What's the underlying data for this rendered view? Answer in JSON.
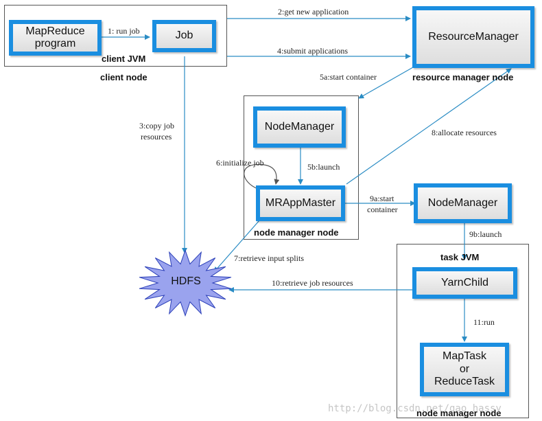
{
  "nodes": {
    "mapreduce_program": "MapReduce program",
    "job": "Job",
    "resource_manager": "ResourceManager",
    "node_manager_1": "NodeManager",
    "mr_app_master": "MRAppMaster",
    "node_manager_2": "NodeManager",
    "yarn_child": "YarnChild",
    "task_line1": "MapTask",
    "task_line2": "or",
    "task_line3": "ReduceTask",
    "hdfs": "HDFS"
  },
  "containers": {
    "client_jvm": "client JVM",
    "client_node": "client node",
    "resource_manager_node": "resource manager node",
    "node_manager_node": "node manager node",
    "task_jvm": "task JVM",
    "node_manager_node_2": "node manager node"
  },
  "edges": {
    "run_job": "1: run job",
    "get_new_application": "2:get new application",
    "submit_applications": "4:submit applications",
    "copy_job_resources_1": "3:copy job",
    "copy_job_resources_2": "resources",
    "start_container_5a": "5a:start container",
    "allocate_resources": "8:allocate resources",
    "initialize_job": "6:initialize job",
    "launch_5b": "5b:launch",
    "start_container_9a_1": "9a:start",
    "start_container_9a_2": "container",
    "launch_9b": "9b:launch",
    "retrieve_input_splits": "7:retrieve input splits",
    "retrieve_job_resources": "10:retrieve job resources",
    "run_11": "11:run"
  },
  "watermark": "http://blog.csdn.net/gao_hassy",
  "colors": {
    "box_border": "#1a8ee0",
    "arrow": "#2a8cc4",
    "hdfs_fill": "#9aa3ee"
  }
}
